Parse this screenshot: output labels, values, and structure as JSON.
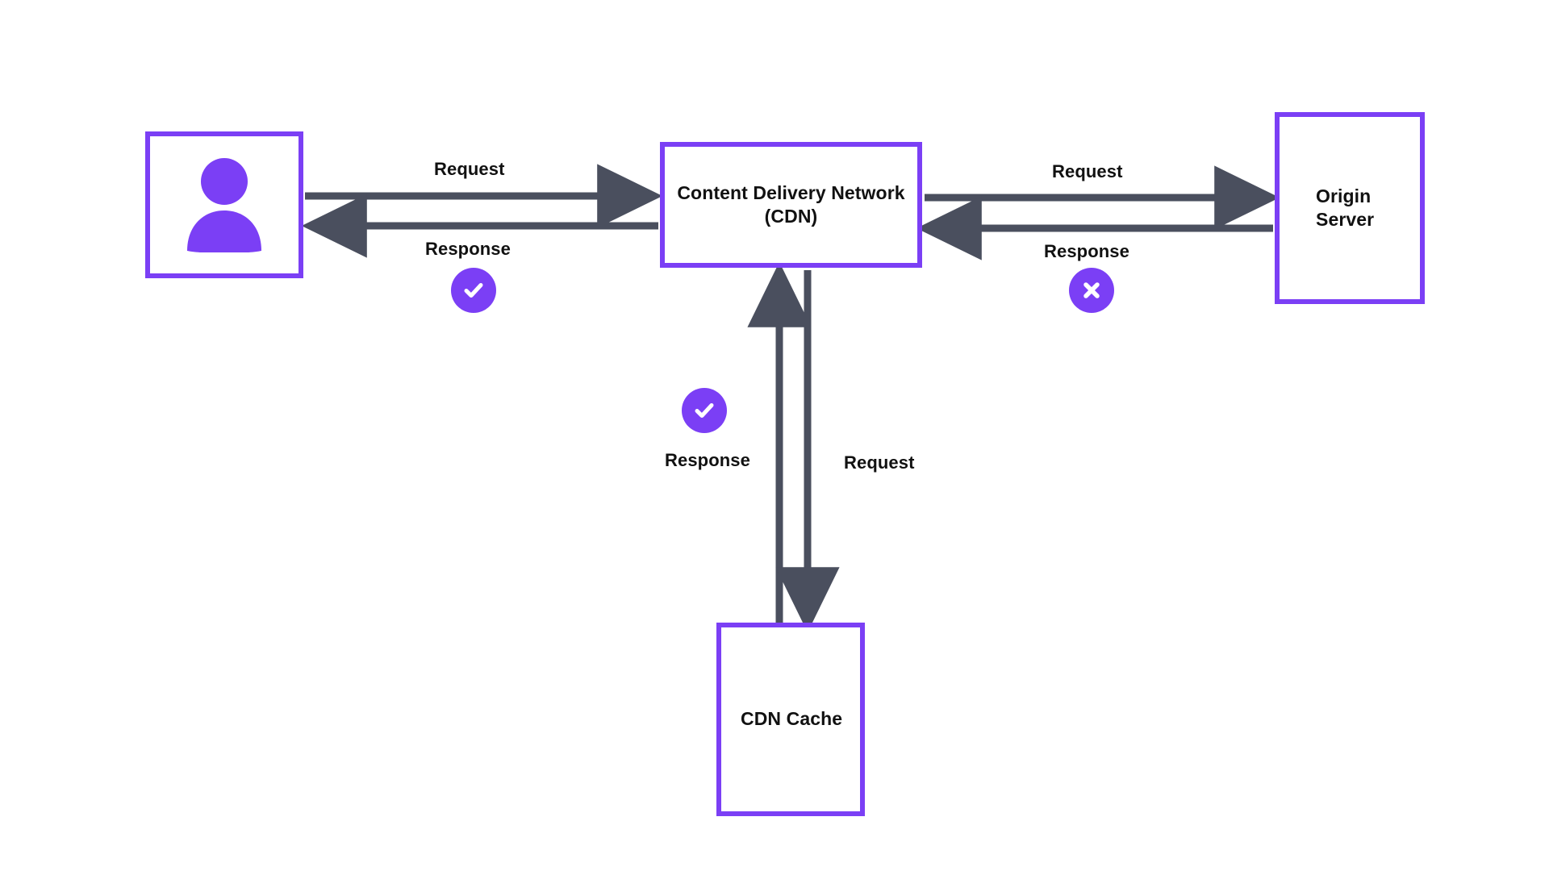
{
  "diagram": {
    "title": "Content Delivery Network request flow",
    "background_color": "#ffffff",
    "accent_color": "#7b3ff5",
    "arrow_color": "#4a4f5e",
    "text_color": "#111111"
  },
  "nodes": {
    "user": {
      "label": "",
      "icon": "user-person-icon"
    },
    "cdn": {
      "label": "Content Delivery Network\n(CDN)"
    },
    "origin": {
      "label": "Origin\nServer"
    },
    "cache": {
      "label": "CDN  Cache"
    }
  },
  "edges": {
    "user_to_cdn_request": {
      "label": "Request",
      "direction": "right"
    },
    "cdn_to_user_response": {
      "label": "Response",
      "direction": "left"
    },
    "cdn_to_origin_request": {
      "label": "Request",
      "direction": "right"
    },
    "origin_to_cdn_response": {
      "label": "Response",
      "direction": "left"
    },
    "cache_to_cdn_response": {
      "label": "Response",
      "direction": "up"
    },
    "cdn_to_cache_request": {
      "label": "Request",
      "direction": "down"
    }
  },
  "badges": {
    "check_left": {
      "icon": "check-icon",
      "color": "#7b3ff5"
    },
    "cross_right": {
      "icon": "cross-icon",
      "color": "#7b3ff5"
    },
    "check_center": {
      "icon": "check-icon",
      "color": "#7b3ff5"
    }
  }
}
